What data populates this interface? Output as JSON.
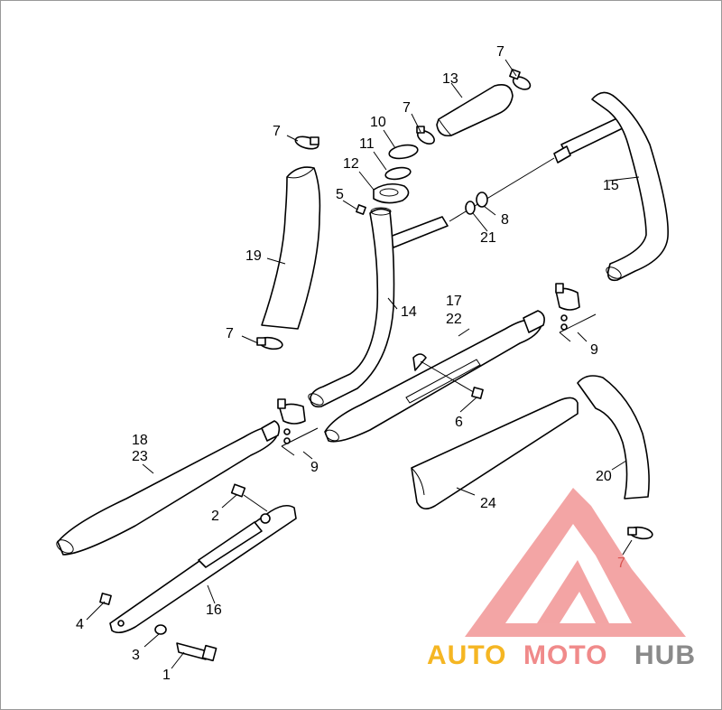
{
  "callouts": {
    "c1": "1",
    "c2": "2",
    "c3": "3",
    "c4": "4",
    "c5": "5",
    "c6": "6",
    "c7": "7",
    "c8": "8",
    "c9": "9",
    "c10": "10",
    "c11": "11",
    "c12": "12",
    "c13": "13",
    "c14": "14",
    "c15": "15",
    "c16": "16",
    "c17": "17",
    "c18": "18",
    "c19": "19",
    "c20": "20",
    "c21": "21",
    "c22": "22",
    "c23": "23",
    "c24": "24"
  },
  "watermark": {
    "part_auto": "AUTO",
    "part_moto": "MOTO",
    "part_hub": "HUB",
    "colors": {
      "auto": "#f5b623",
      "moto": "#f08a8a",
      "hub": "#8a8a8a",
      "logo": "#f08a8a"
    }
  },
  "colors": {
    "line": "#000000",
    "background": "#ffffff",
    "callout7_red": "#d9534f"
  }
}
